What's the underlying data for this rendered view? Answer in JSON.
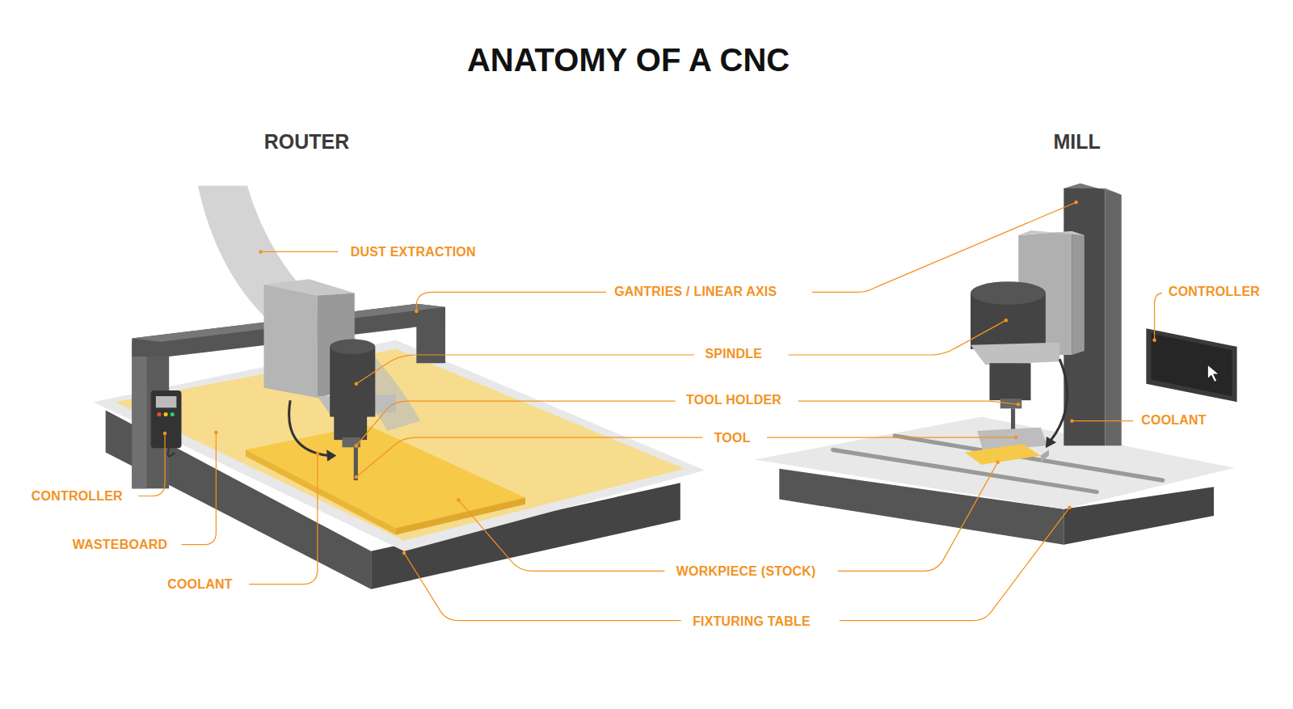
{
  "diagram": {
    "title": "ANATOMY OF A CNC",
    "labels": [
      "ROUTER",
      "MILL",
      "DUST EXTRACTION",
      "GANTRIES / LINEAR AXIS",
      "SPINDLE",
      "TOOL HOLDER",
      "TOOL",
      "CONTROLLER",
      "WASTEBOARD",
      "COOLANT",
      "WORKPIECE (STOCK)",
      "FIXTURING TABLE",
      "CONTROLLER",
      "COOLANT"
    ]
  }
}
